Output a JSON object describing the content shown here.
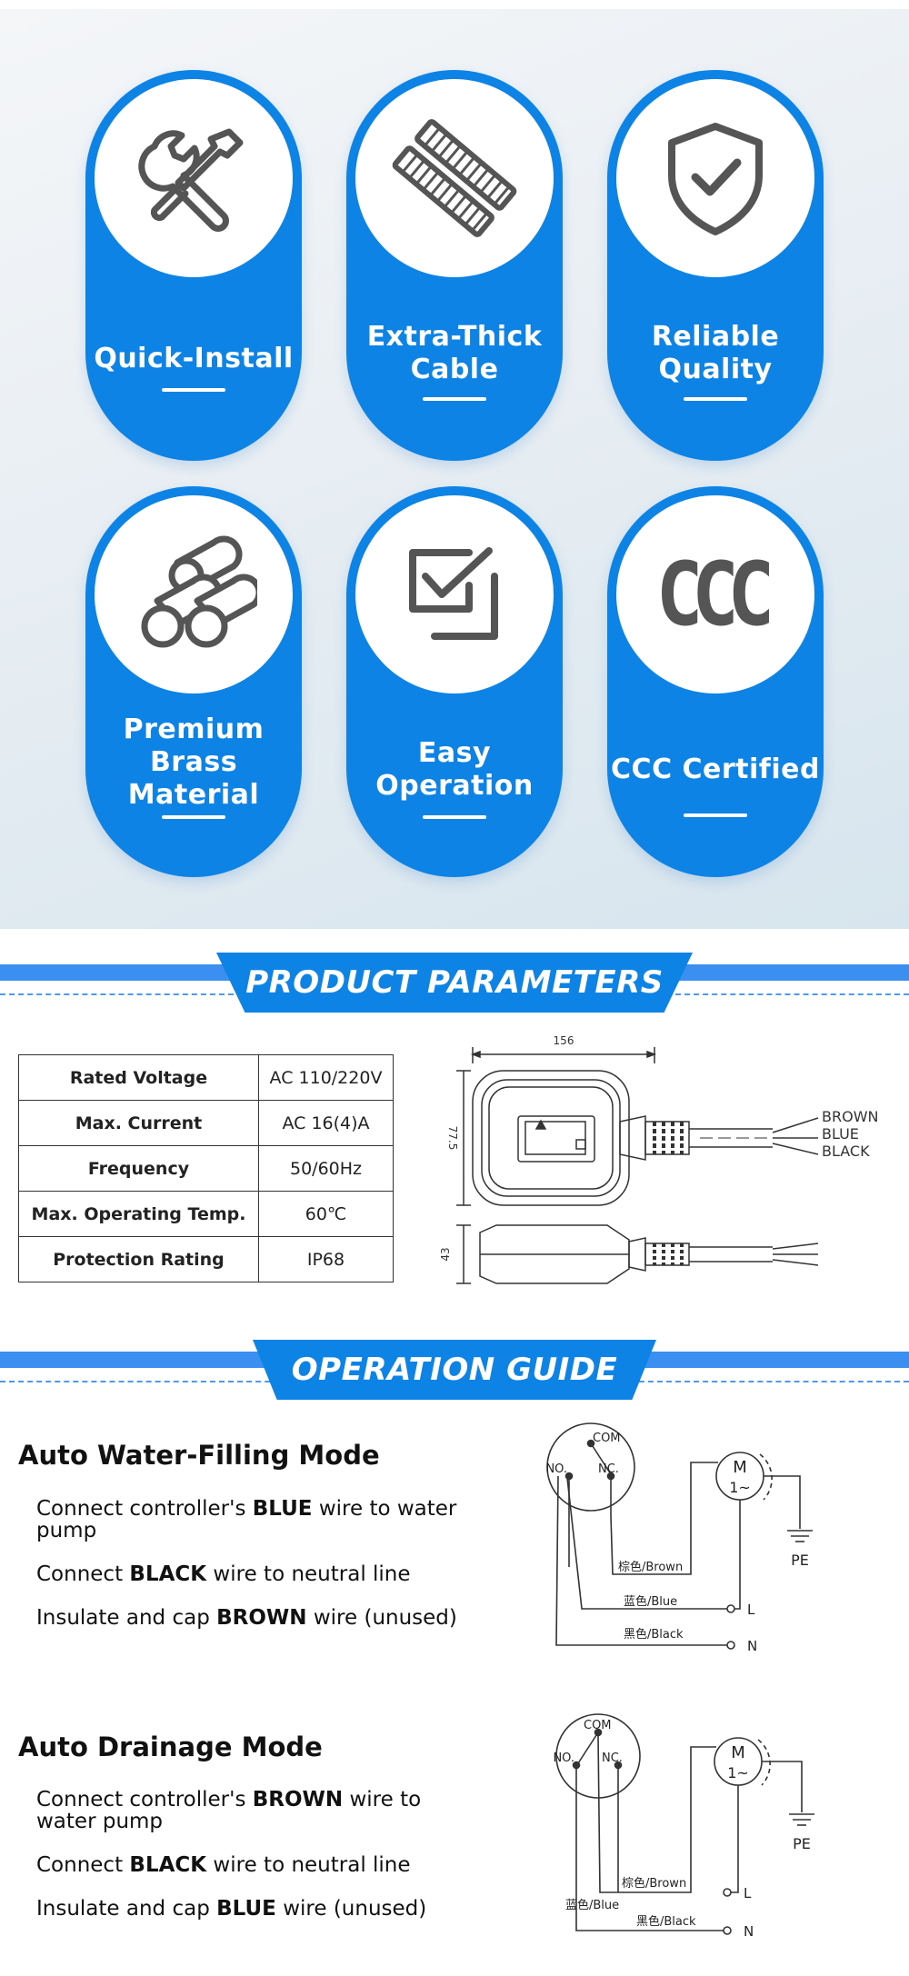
{
  "features": [
    {
      "label_lines": [
        "Quick-Install"
      ],
      "icon": "tools-icon"
    },
    {
      "label_lines": [
        "Extra-Thick",
        "Cable"
      ],
      "icon": "cable-icon"
    },
    {
      "label_lines": [
        "Reliable",
        "Quality"
      ],
      "icon": "shield-check-icon"
    },
    {
      "label_lines": [
        "Premium",
        "Brass",
        "Material"
      ],
      "icon": "brass-rods-icon"
    },
    {
      "label_lines": [
        "Easy",
        "Operation"
      ],
      "icon": "checkbox-icon"
    },
    {
      "label_lines": [
        "CCC Certified"
      ],
      "icon": "ccc-icon"
    }
  ],
  "ccc_mark": "CCC",
  "sections": {
    "parameters_title": "PRODUCT PARAMETERS",
    "guide_title": "OPERATION GUIDE"
  },
  "parameters": [
    {
      "name": "Rated Voltage",
      "value": "AC 110/220V"
    },
    {
      "name": "Max. Current",
      "value": "AC 16(4)A"
    },
    {
      "name": "Frequency",
      "value": "50/60Hz"
    },
    {
      "name": "Max. Operating Temp.",
      "value": "60℃"
    },
    {
      "name": "Protection Rating",
      "value": "IP68"
    }
  ],
  "drawing": {
    "width_dim": "156",
    "height_dim": "77.5",
    "thickness_dim": "43",
    "wires": [
      "BROWN",
      "BLUE",
      "BLACK"
    ]
  },
  "modes": [
    {
      "title": "Auto Water-Filling Mode",
      "steps": [
        {
          "pre": "Connect controller's ",
          "bold": "BLUE",
          "post": " wire to water pump"
        },
        {
          "pre": "Connect ",
          "bold": "BLACK",
          "post": " wire to neutral line"
        },
        {
          "pre": "Insulate and cap ",
          "bold": "BROWN",
          "post": " wire (unused)"
        }
      ],
      "diagram": {
        "com": "COM",
        "no": "NO.",
        "nc": "NC.",
        "m": "M",
        "phase": "1~",
        "pe": "PE",
        "l": "L",
        "n": "N",
        "wire1": "棕色/Brown",
        "wire2": "蓝色/Blue",
        "wire3": "黑色/Black"
      }
    },
    {
      "title": "Auto Drainage Mode",
      "steps": [
        {
          "pre": "Connect controller's ",
          "bold": "BROWN",
          "post": " wire to water pump"
        },
        {
          "pre": "Connect ",
          "bold": "BLACK",
          "post": " wire to neutral line"
        },
        {
          "pre": "Insulate and cap ",
          "bold": "BLUE",
          "post": " wire (unused)"
        }
      ],
      "diagram": {
        "com": "COM",
        "no": "NO.",
        "nc": "NC.",
        "m": "M",
        "phase": "1~",
        "pe": "PE",
        "l": "L",
        "n": "N",
        "wire1": "棕色/Brown",
        "wire2": "蓝色/Blue",
        "wire3": "黑色/Black"
      }
    }
  ],
  "colors": {
    "brand_blue": "#0e83e6",
    "band_blue": "#3b8ff0",
    "icon_gray": "#555555"
  }
}
